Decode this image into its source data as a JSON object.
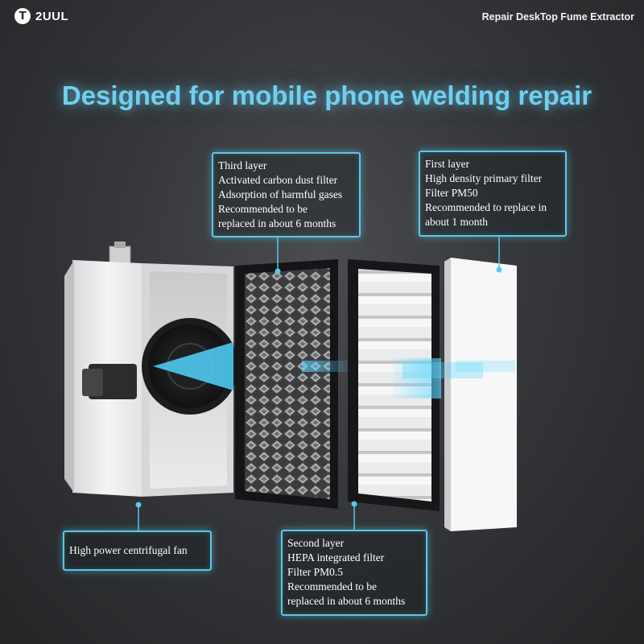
{
  "brand": {
    "logo_glyph": "T",
    "name": "2UUL"
  },
  "header": {
    "product_title": "Repair DeskTop Fume Extractor"
  },
  "headline": "Designed for mobile phone welding repair",
  "colors": {
    "accent": "#59c8ea",
    "headline": "#6fd0ee",
    "background": "#35373a"
  },
  "callouts": {
    "third": {
      "lines": [
        "Third layer",
        "Activated carbon dust filter",
        "Adsorption of harmful gases",
        "Recommended to be",
        "replaced in about 6 months"
      ]
    },
    "first": {
      "lines": [
        "First layer",
        "High density primary filter",
        "Filter PM50",
        "Recommended to replace in",
        "about 1 month"
      ]
    },
    "fan": {
      "lines": [
        "High power centrifugal fan"
      ]
    },
    "second": {
      "lines": [
        "Second layer",
        "HEPA integrated filter",
        "Filter PM0.5",
        "Recommended to be",
        "replaced in about 6 months"
      ]
    }
  }
}
